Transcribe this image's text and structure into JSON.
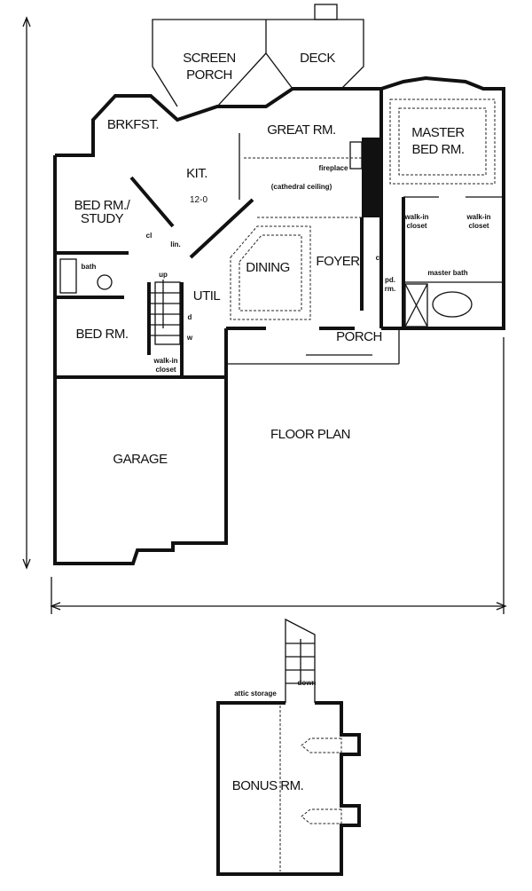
{
  "rooms": {
    "screen_porch": [
      "SCREEN",
      "PORCH"
    ],
    "deck": "DECK",
    "brkfst": "BRKFST.",
    "great_rm": "GREAT RM.",
    "master_bed": [
      "MASTER",
      "BED RM."
    ],
    "kit": "KIT.",
    "kit_dim": "12-0",
    "fireplace": "fireplace",
    "cathedral": "(cathedral ceiling)",
    "bed_study": [
      "BED RM./",
      "STUDY"
    ],
    "cl": "cl",
    "lin": "lin.",
    "walk_in_1": [
      "walk-in",
      "closet"
    ],
    "walk_in_2": [
      "walk-in",
      "closet"
    ],
    "bath": "bath",
    "up": "up",
    "dining": "DINING",
    "foyer": "FOYER",
    "foyer_cl": "cl",
    "pd_rm": [
      "pd.",
      "rm."
    ],
    "master_bath": "master bath",
    "util": "UTIL",
    "dryer": "d",
    "washer": "w",
    "bed_rm": "BED RM.",
    "porch": "PORCH",
    "walk_in_3": [
      "walk-in",
      "closet"
    ],
    "floor_plan": "FLOOR PLAN",
    "garage": "GARAGE",
    "attic_storage": "attic storage",
    "down": "down",
    "bonus_rm": "BONUS RM."
  }
}
